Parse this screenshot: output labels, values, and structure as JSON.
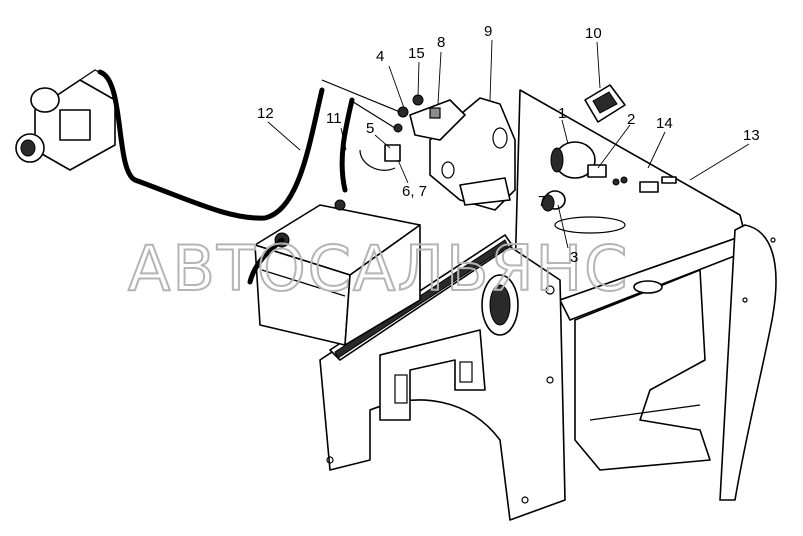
{
  "watermark": "АВТОСАЛЬЯНС",
  "callouts": [
    {
      "id": "1",
      "text": "1"
    },
    {
      "id": "2",
      "text": "2"
    },
    {
      "id": "3",
      "text": "3"
    },
    {
      "id": "4",
      "text": "4"
    },
    {
      "id": "5",
      "text": "5"
    },
    {
      "id": "6_7",
      "text": "6, 7"
    },
    {
      "id": "7",
      "text": "7"
    },
    {
      "id": "8",
      "text": "8"
    },
    {
      "id": "9",
      "text": "9"
    },
    {
      "id": "10",
      "text": "10"
    },
    {
      "id": "11",
      "text": "11"
    },
    {
      "id": "12",
      "text": "12"
    },
    {
      "id": "13",
      "text": "13"
    },
    {
      "id": "14",
      "text": "14"
    },
    {
      "id": "15",
      "text": "15"
    }
  ]
}
